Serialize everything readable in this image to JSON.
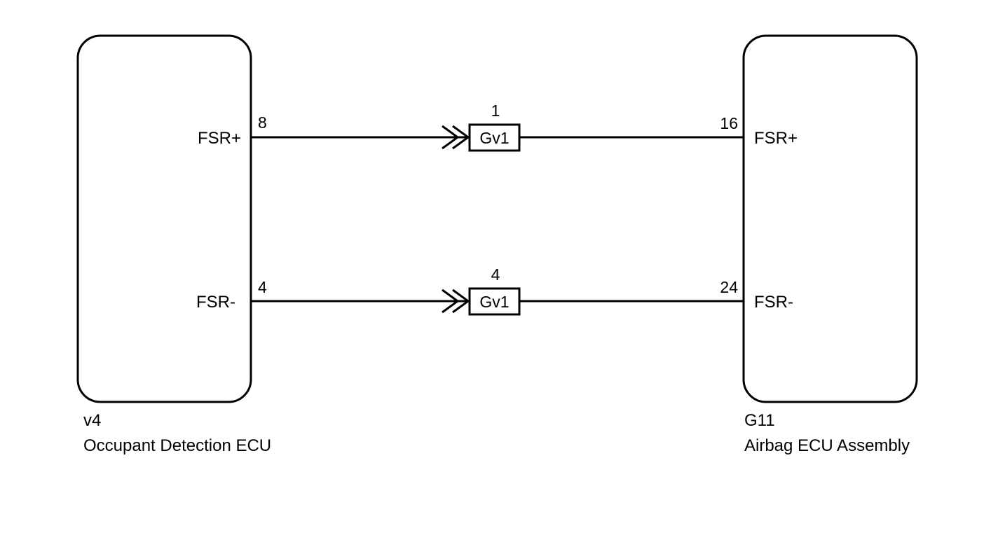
{
  "colors": {
    "line": "#000000",
    "background": "#ffffff"
  },
  "left_component": {
    "code": "v4",
    "name": "Occupant Detection ECU",
    "terminals": [
      {
        "pin": "8",
        "label": "FSR+"
      },
      {
        "pin": "4",
        "label": "FSR-"
      }
    ]
  },
  "right_component": {
    "code": "G11",
    "name": "Airbag ECU Assembly",
    "terminals": [
      {
        "pin": "16",
        "label": "FSR+"
      },
      {
        "pin": "24",
        "label": "FSR-"
      }
    ]
  },
  "connectors": [
    {
      "pin": "1",
      "name": "Gv1"
    },
    {
      "pin": "4",
      "name": "Gv1"
    }
  ]
}
